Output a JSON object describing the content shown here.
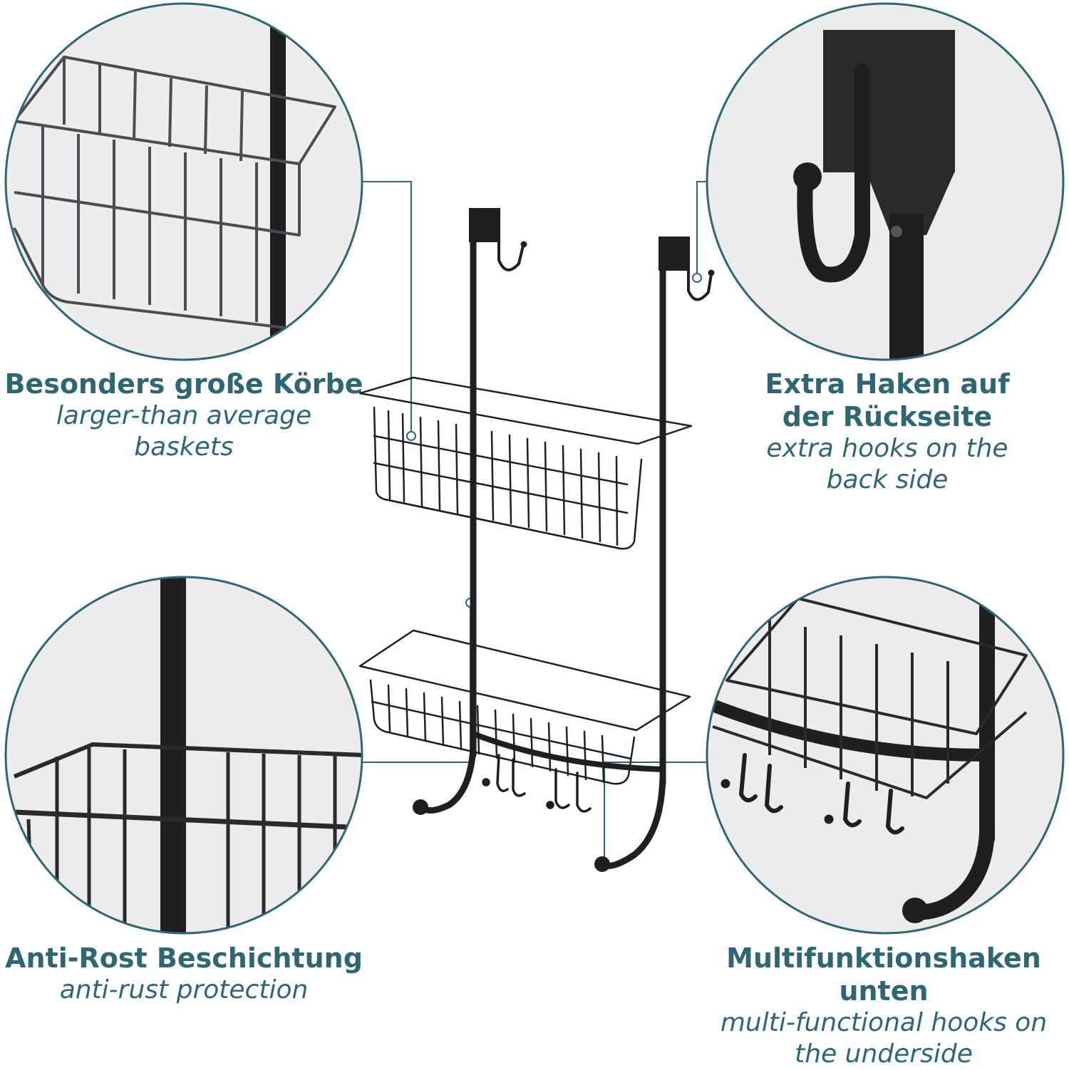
{
  "features": [
    {
      "de": "Besonders große Körbe",
      "en": "larger-than average baskets"
    },
    {
      "de": "Extra Haken auf der Rückseite",
      "en": "extra hooks on the back side"
    },
    {
      "de": "Anti-Rost Beschichtung",
      "en": "anti-rust protection"
    },
    {
      "de": "Multifunktionshaken unten",
      "en": "multi-functional hooks on the underside"
    }
  ],
  "colors": {
    "accent": "#2f6674",
    "metal": "#1f1f22",
    "detail_bg": "#ececec"
  }
}
